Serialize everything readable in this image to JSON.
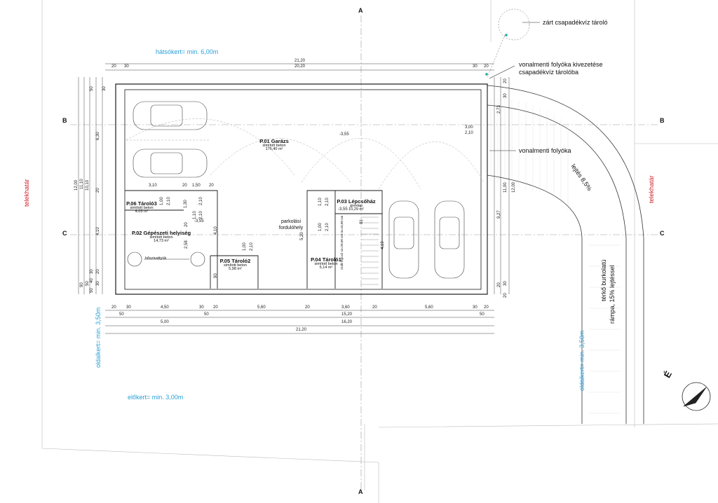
{
  "axes": {
    "a_top": "A",
    "a_bottom": "A",
    "b_left": "B",
    "b_right": "B",
    "c_left": "C",
    "c_right": "C"
  },
  "rooms": {
    "garazs": {
      "name": "P.01 Garázs",
      "finish": "simított beton",
      "area": "175,40 m²"
    },
    "gepeszeti": {
      "name": "P.02 Gépészeti helyiség",
      "finish": "simított beton",
      "area": "14,73 m²"
    },
    "lepcsohaz": {
      "name": "P.03 Lépcsőház",
      "finish": "greslap",
      "area": "10,29 m²"
    },
    "tarolo1": {
      "name": "P.04 Tároló1",
      "finish": "simított beton",
      "area": "5,14 m²"
    },
    "tarolo2": {
      "name": "P.05 Tároló2",
      "finish": "simított beton",
      "area": "5,98 m²"
    },
    "tarolo3": {
      "name": "P.06 Tároló3",
      "finish": "simított beton",
      "area": "4,03 m²"
    }
  },
  "labels": {
    "parking": "parkolási fordulóhely",
    "heat_recovery": "hőszivattyúk",
    "stairs": "21db lépcső sz=28,00 cm m=16,80 cm",
    "level_garage": "-3,55",
    "level_tarolo3": "-3,55",
    "level_lepcso": "-3,55",
    "rainwater_tank": "zárt csapadékvíz tároló",
    "gutter_outlet_1": "vonalmenti folyóka kivezetése",
    "gutter_outlet_2": "csapadékvíz tárolóba",
    "gutter": "vonalmenti folyóka",
    "slope": "lejtés 8,5%",
    "ramp_1": "térkő burkolatú",
    "ramp_2": "rámpa, 15% lejtéssel",
    "north": "É"
  },
  "setbacks": {
    "rear": "hátsókert= min. 6,00m",
    "side_left": "oldalkert= min. 3,50m",
    "side_right": "oldalkert= min. 3,50m",
    "front": "előkert= min. 3,00m",
    "boundary_left": "telekhatár",
    "boundary_right": "telekhatár"
  },
  "dims_top": {
    "r1a": "20",
    "r1b": "30",
    "r1c": "21,20",
    "r1d": "30",
    "r1e": "20",
    "r2": "20,20",
    "r2a": "20",
    "r2b": "20"
  },
  "dims_bottom": {
    "r1": [
      "20",
      "30",
      "4,50",
      "30",
      "20",
      "5,60",
      "20",
      "3,60",
      "20",
      "5,60",
      "30",
      "20"
    ],
    "r2": [
      "50",
      "15,20",
      "50"
    ],
    "r3": [
      "5,00",
      "50",
      "16,20"
    ],
    "total": "21,20"
  },
  "dims_left": {
    "a": "12,00",
    "b": "11,10",
    "c": "10,10",
    "d": "6,30",
    "e": "20",
    "f": "4,10",
    "g": "20",
    "h": "30",
    "i": "50",
    "j": "30",
    "k": "90",
    "l": "50",
    "m": "40",
    "n": "30",
    "o": "50"
  },
  "dims_right": {
    "a": "2,73",
    "b": "3,00",
    "c": "2,10",
    "d": "11,00",
    "e": "12,00",
    "f": "9,27",
    "g": "20",
    "h": "30",
    "i": "20",
    "j": "30",
    "k": "20"
  },
  "dims_inner": {
    "w310": "3,10",
    "w20a": "20",
    "w150": "1,50",
    "w20b": "20",
    "h100a": "1,00",
    "h210a": "2,10",
    "h130": "1,30",
    "h210b": "2,10",
    "h110": "1,10",
    "h210c": "2,10",
    "h410": "4,10",
    "h258": "2,58",
    "h20": "20",
    "h90": "90",
    "h100b": "1,00",
    "h210d": "2,10",
    "h520": "5,20",
    "h110b": "1,10",
    "h210e": "2,10",
    "h100c": "1,00",
    "h210f": "2,10",
    "h81": "81",
    "h419": "4,19"
  },
  "colors": {
    "line": "#1a1a1a",
    "grid": "#9a9a9a",
    "blue": "#2a9fd6",
    "red": "#d2232a",
    "teal": "#1aa99a"
  }
}
